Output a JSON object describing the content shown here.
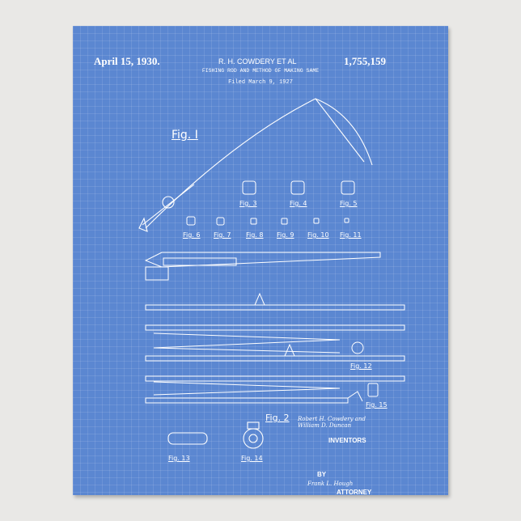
{
  "header": {
    "date": "April 15, 1930.",
    "inventors": "R. H. COWDERY ET AL",
    "patent_number": "1,755,159",
    "title": "FISHING ROD AND METHOD OF MAKING SAME",
    "filed": "Filed March 9, 1927"
  },
  "figures": {
    "fig1": "Fig. I",
    "fig2": "Fig. 2",
    "fig3": "Fig. 3",
    "fig4": "Fig. 4",
    "fig5": "Fig. 5",
    "fig6": "Fig. 6",
    "fig7": "Fig. 7",
    "fig8": "Fig. 8",
    "fig9": "Fig. 9",
    "fig10": "Fig. 10",
    "fig11": "Fig. 11",
    "fig12": "Fig. 12",
    "fig13": "Fig. 13",
    "fig14": "Fig. 14",
    "fig15": "Fig. 15"
  },
  "signatures": {
    "inventor_names": "Robert H. Cowdery and William D. Duncan",
    "inventors_label": "INVENTORS",
    "by": "BY",
    "attorney_name": "Frank L. Hough",
    "attorney_label": "ATTORNEY"
  },
  "colors": {
    "blueprint": "#5b87d1",
    "lines": "#ffffff",
    "wall": "#e9e8e6"
  }
}
